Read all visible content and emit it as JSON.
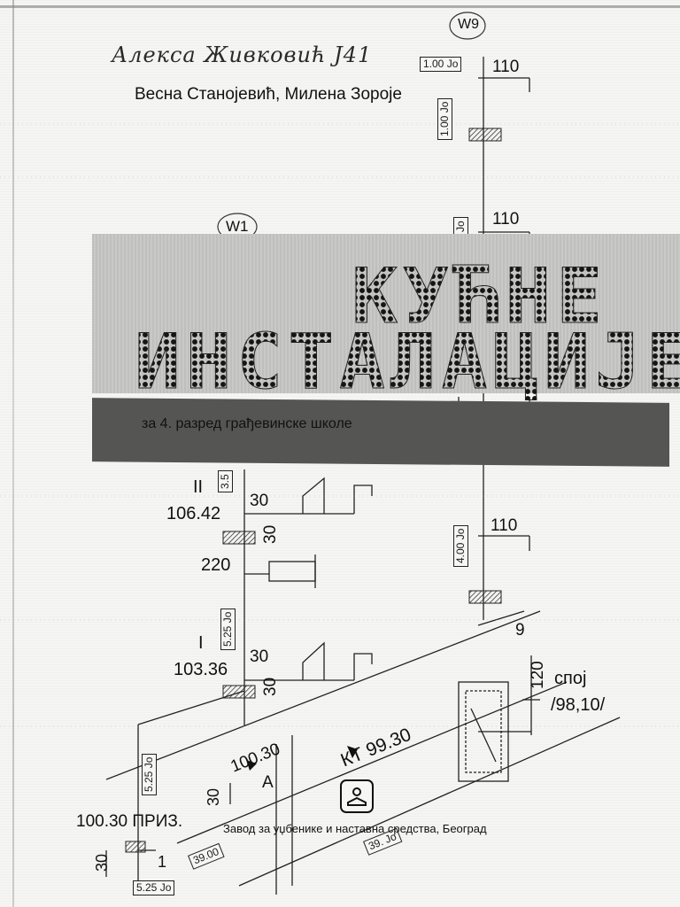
{
  "handwriting": "Алекса Живковић Ј41",
  "authors": "Весна Станојевић, Милена Зороје",
  "title": {
    "line1": "КУЋНЕ",
    "line2": "ИНСТАЛАЦИЈЕ"
  },
  "subtitle": "за 4. разред грађевинске школе",
  "publisher": "Завод за уџбенике и наставна средства, Београд",
  "drawing": {
    "node_w9": "W9",
    "node_w1": "W1",
    "dn_top": "110",
    "dn_mid": "110",
    "dn_lower": "110",
    "len_top_h": "1.00 Jo",
    "len_top_v": "1.00 Jo",
    "len_mid_v": "Jo",
    "len_3_5": "3.5",
    "len_4_00": "4.00 Jo",
    "len_5_25_a": "5.25 Jo",
    "len_5_25_b": "5.25 Jo",
    "len_5_25_c": "5.25 Jo",
    "len_39_a": "39.00",
    "len_39_b": "39.",
    "len_39_b2": "Jo",
    "floor_2": "II",
    "elev_2": "106.42",
    "dim_30_a": "30",
    "dim_30_b": "30",
    "dim_220": "220",
    "floor_1": "I",
    "elev_1": "103.36",
    "dim_30_c": "30",
    "dim_30_d": "30",
    "num_9": "9",
    "dim_120": "120",
    "spoj": "спој",
    "spoj_elev": "/98,10/",
    "kt": "КТ 99.30",
    "elev_100": "100.30",
    "label_a": "A",
    "dim_30_e": "30",
    "priz": "100.30 ПРИЗ.",
    "dim_30_f": "30",
    "num_1": "1"
  }
}
